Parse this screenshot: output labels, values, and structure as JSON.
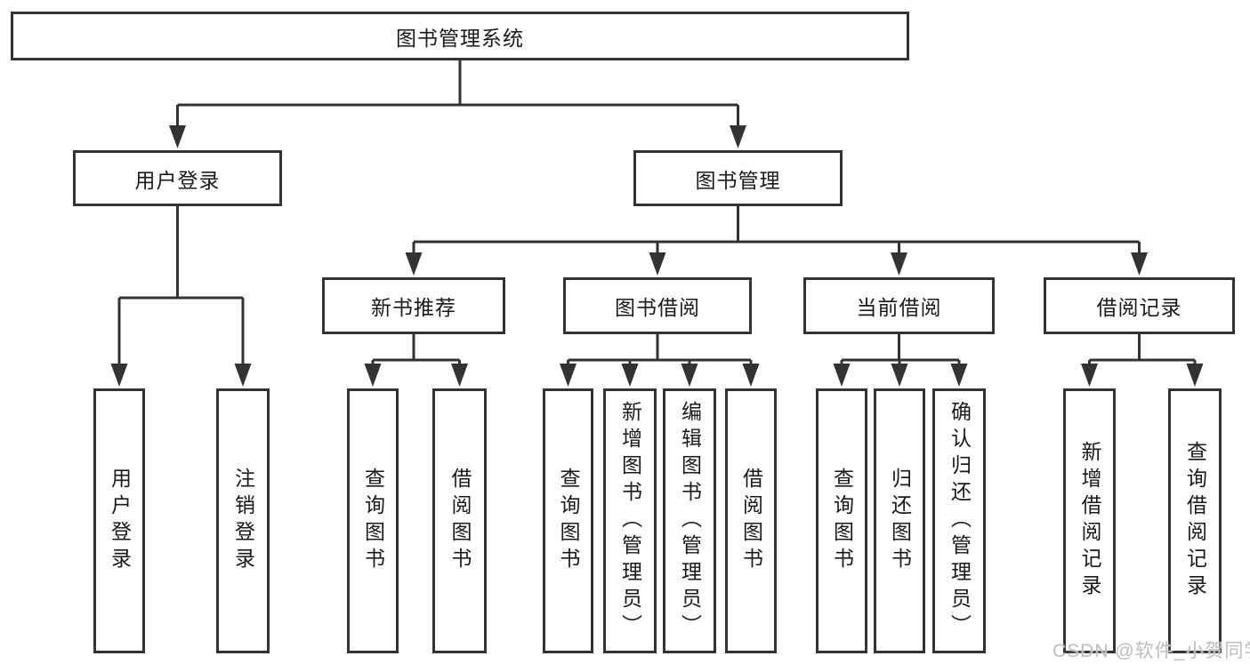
{
  "title": {
    "label": "图书管理系统"
  },
  "level2": [
    {
      "label": "用户登录"
    },
    {
      "label": "图书管理"
    }
  ],
  "level3": [
    {
      "label": "新书推荐"
    },
    {
      "label": "图书借阅"
    },
    {
      "label": "当前借阅"
    },
    {
      "label": "借阅记录"
    }
  ],
  "leaves": [
    {
      "label": "用户登录"
    },
    {
      "label": "注销登录"
    },
    {
      "label": "查询图书"
    },
    {
      "label": "借阅图书"
    },
    {
      "label": "查询图书"
    },
    {
      "label": "新增图书（管理员）"
    },
    {
      "label": "编辑图书（管理员）"
    },
    {
      "label": "借阅图书"
    },
    {
      "label": "查询图书"
    },
    {
      "label": "归还图书"
    },
    {
      "label": "确认归还（管理员）"
    },
    {
      "label": "新增借阅记录"
    },
    {
      "label": "查询借阅记录"
    }
  ],
  "watermark": {
    "text": "CSDN @软件_小贺同学"
  },
  "colors": {
    "line": "#333333",
    "box_border": "#333333",
    "text": "#1a1a1a",
    "watermark": "#bdbdbd",
    "background": "#ffffff"
  }
}
